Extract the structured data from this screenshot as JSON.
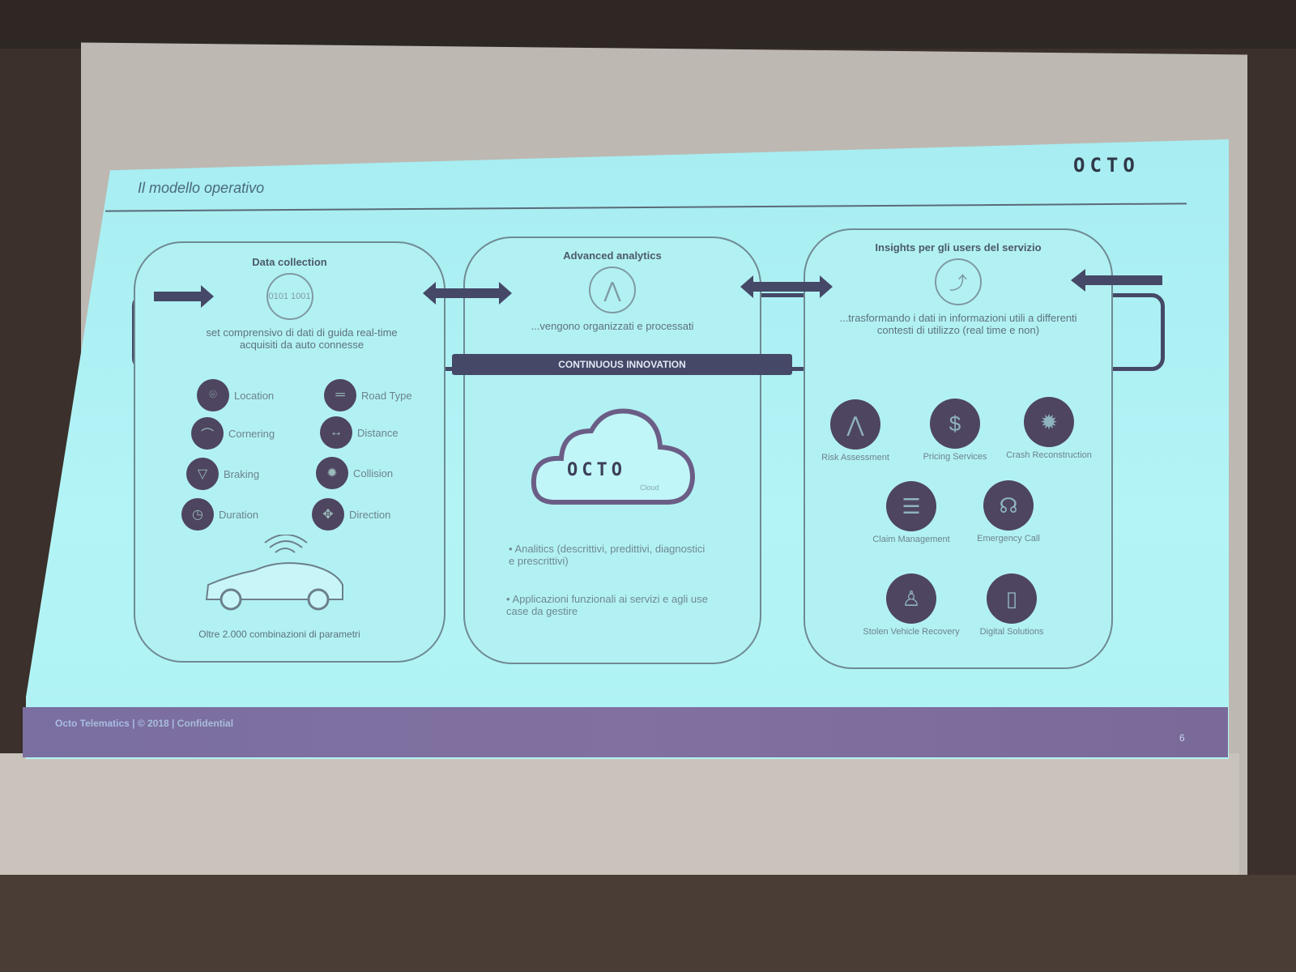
{
  "slide": {
    "title": "Il modello operativo",
    "logo": "OCTO",
    "continuous_innovation": "CONTINUOUS INNOVATION",
    "panels": {
      "data_collection": {
        "title": "Data collection",
        "icon_text": "0101 1001",
        "description": "set comprensivo di dati di guida real-time acquisiti da auto connesse",
        "parameters": [
          {
            "label": "Location",
            "icon": "location-pin-icon"
          },
          {
            "label": "Road Type",
            "icon": "road-icon"
          },
          {
            "label": "Cornering",
            "icon": "curve-icon"
          },
          {
            "label": "Distance",
            "icon": "distance-icon"
          },
          {
            "label": "Braking",
            "icon": "brake-icon"
          },
          {
            "label": "Collision",
            "icon": "collision-icon"
          },
          {
            "label": "Duration",
            "icon": "clock-icon"
          },
          {
            "label": "Direction",
            "icon": "compass-icon"
          }
        ],
        "footer": "Oltre 2.000 combinazioni di parametri"
      },
      "advanced_analytics": {
        "title": "Advanced analytics",
        "description": "...vengono organizzati e processati",
        "cloud_label": "OCTO",
        "cloud_sub": "Cloud",
        "bullets": [
          "Analitics (descrittivi, predittivi, diagnostici e prescrittivi)",
          "Applicazioni funzionali ai servizi e agli use case da gestire"
        ]
      },
      "insights": {
        "title": "Insights per gli users del servizio",
        "description": "...trasformando i dati in informazioni utili a differenti contesti di utilizzo (real time e non)",
        "services": [
          {
            "label": "Risk Assessment",
            "glyph": "⋀"
          },
          {
            "label": "Pricing Services",
            "glyph": "$"
          },
          {
            "label": "Crash Reconstruction",
            "glyph": "✹"
          },
          {
            "label": "Claim Management",
            "glyph": "☰"
          },
          {
            "label": "Emergency Call",
            "glyph": "☊"
          },
          {
            "label": "Stolen Vehicle Recovery",
            "glyph": "♙"
          },
          {
            "label": "Digital Solutions",
            "glyph": "▯"
          }
        ]
      }
    },
    "footer": "Octo Telematics | © 2018 | Confidential",
    "page_number": "6"
  }
}
